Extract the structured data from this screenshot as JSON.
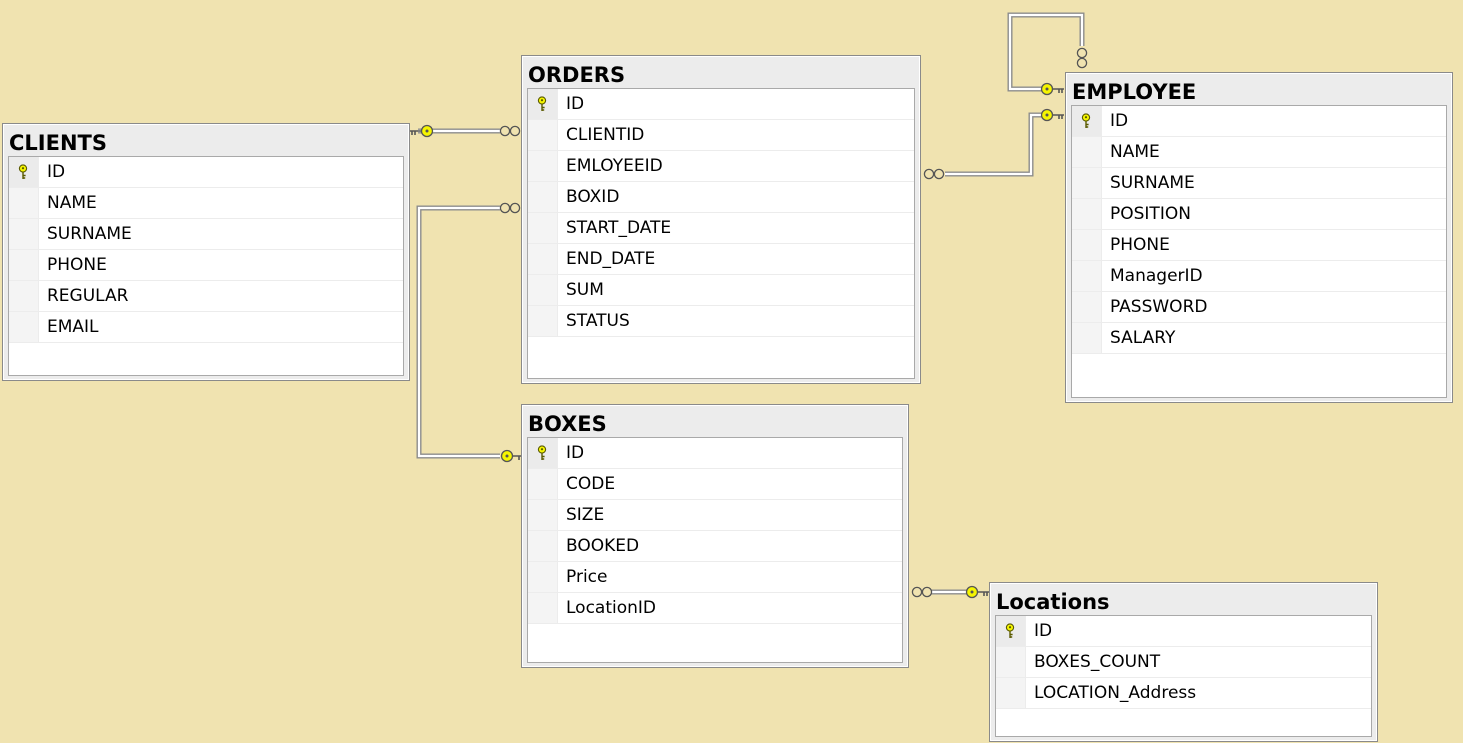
{
  "tables": {
    "clients": {
      "title": "CLIENTS",
      "columns": [
        {
          "name": "ID",
          "pk": true
        },
        {
          "name": "NAME"
        },
        {
          "name": "SURNAME"
        },
        {
          "name": "PHONE"
        },
        {
          "name": "REGULAR"
        },
        {
          "name": "EMAIL"
        }
      ]
    },
    "orders": {
      "title": "ORDERS",
      "columns": [
        {
          "name": "ID",
          "pk": true
        },
        {
          "name": "CLIENTID"
        },
        {
          "name": "EMLOYEEID"
        },
        {
          "name": "BOXID"
        },
        {
          "name": "START_DATE"
        },
        {
          "name": "END_DATE"
        },
        {
          "name": "SUM"
        },
        {
          "name": "STATUS"
        }
      ]
    },
    "employee": {
      "title": "EMPLOYEE",
      "columns": [
        {
          "name": "ID",
          "pk": true
        },
        {
          "name": "NAME"
        },
        {
          "name": "SURNAME"
        },
        {
          "name": "POSITION"
        },
        {
          "name": "PHONE"
        },
        {
          "name": "ManagerID"
        },
        {
          "name": "PASSWORD"
        },
        {
          "name": "SALARY"
        }
      ]
    },
    "boxes": {
      "title": "BOXES",
      "columns": [
        {
          "name": "ID",
          "pk": true
        },
        {
          "name": "CODE"
        },
        {
          "name": "SIZE"
        },
        {
          "name": "BOOKED"
        },
        {
          "name": "Price"
        },
        {
          "name": "LocationID"
        }
      ]
    },
    "locations": {
      "title": "Locations",
      "columns": [
        {
          "name": "ID",
          "pk": true
        },
        {
          "name": "BOXES_COUNT"
        },
        {
          "name": "LOCATION_Address"
        }
      ]
    }
  },
  "relationships": [
    {
      "from": "orders",
      "to": "clients"
    },
    {
      "from": "orders",
      "to": "boxes"
    },
    {
      "from": "orders",
      "to": "employee"
    },
    {
      "from": "employee",
      "to": "employee"
    },
    {
      "from": "boxes",
      "to": "locations"
    }
  ],
  "colors": {
    "background": "#f0e3b0",
    "key": "#f5f500",
    "line": "#8c8c8c"
  }
}
